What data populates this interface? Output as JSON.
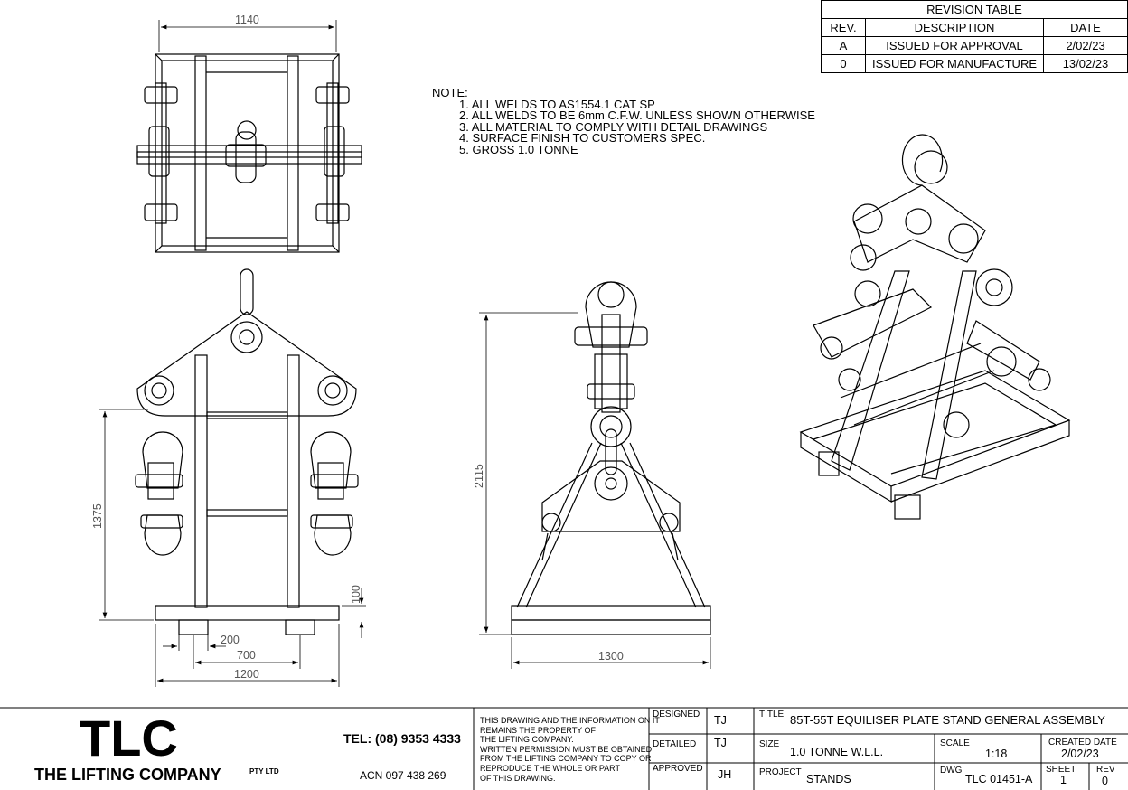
{
  "revision_table": {
    "title": "REVISION TABLE",
    "headers": [
      "REV.",
      "DESCRIPTION",
      "DATE"
    ],
    "rows": [
      {
        "rev": "A",
        "description": "ISSUED FOR APPROVAL",
        "date": "2/02/23"
      },
      {
        "rev": "0",
        "description": "ISSUED FOR MANUFACTURE",
        "date": "13/02/23"
      }
    ]
  },
  "notes": {
    "heading": "NOTE:",
    "items": [
      "1. ALL WELDS TO AS1554.1 CAT SP",
      "2. ALL WELDS TO BE 6mm C.F.W. UNLESS SHOWN OTHERWISE",
      "3. ALL MATERIAL TO COMPLY WITH DETAIL DRAWINGS",
      "4. SURFACE FINISH TO CUSTOMERS SPEC.",
      "5. GROSS 1.0 TONNE"
    ]
  },
  "dimensions": {
    "top_width": "1140",
    "front_height": "1375",
    "base_height": "100",
    "foot_width": "200",
    "foot_spacing": "700",
    "base_width": "1200",
    "side_height": "2115",
    "side_width": "1300"
  },
  "title_block": {
    "logo": "TLC",
    "company": "THE LIFTING COMPANY",
    "company_suffix": "PTY LTD",
    "tel": "TEL: (08) 9353 4333",
    "acn": "ACN 097 438 269",
    "disclaimer": [
      "THIS DRAWING AND THE INFORMATION ON IT",
      "REMAINS THE PROPERTY OF",
      "THE LIFTING COMPANY.",
      "WRITTEN PERMISSION MUST BE OBTAINED",
      "FROM THE LIFTING COMPANY TO COPY OR",
      "REPRODUCE THE WHOLE OR PART",
      "OF THIS DRAWING."
    ],
    "designed_label": "DESIGNED",
    "designed": "TJ",
    "detailed_label": "DETAILED",
    "detailed": "TJ",
    "approved_label": "APPROVED",
    "approved": "JH",
    "title_label": "TITLE",
    "title": "85T-55T EQUILISER PLATE STAND GENERAL ASSEMBLY",
    "size_label": "SIZE",
    "size": "1.0 TONNE W.L.L.",
    "scale_label": "SCALE",
    "scale": "1:18",
    "created_label": "CREATED DATE",
    "created": "2/02/23",
    "project_label": "PROJECT",
    "project": "STANDS",
    "dwg_label": "DWG",
    "dwg": "TLC 01451-A",
    "sheet_label": "SHEET",
    "sheet": "1",
    "rev_label": "REV",
    "rev": "0"
  }
}
